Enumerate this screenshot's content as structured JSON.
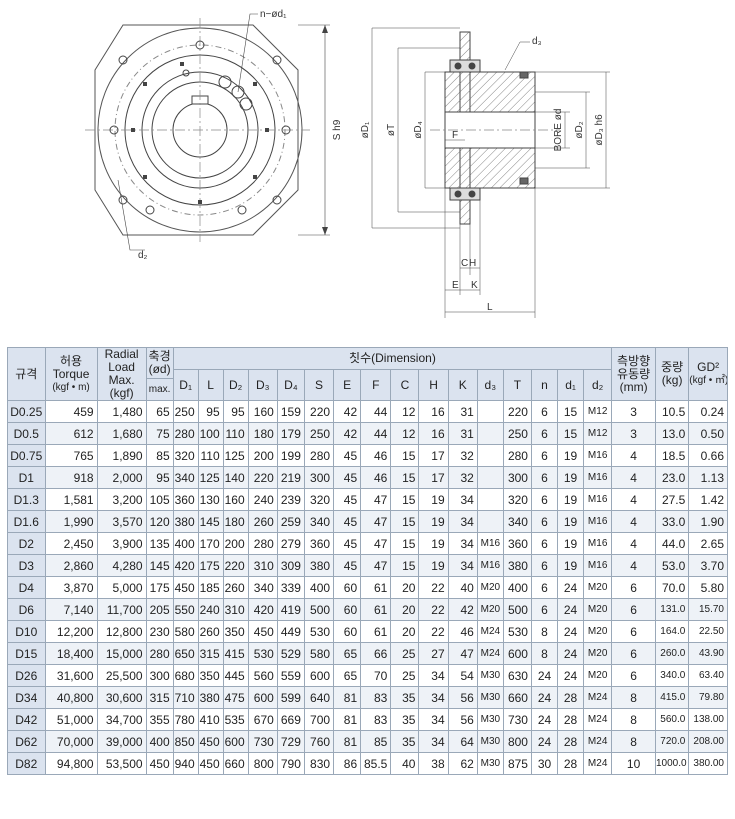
{
  "drawing": {
    "labels": {
      "holes": "n−ød₁",
      "tap": "d₂",
      "s": "S h9",
      "d1": "øD₁",
      "t": "øT",
      "d4": "øD₄",
      "f": "F",
      "bore": "BORE ød",
      "d2": "øD₂",
      "d3": "øD₃ h6",
      "d3small": "d₃",
      "c": "C",
      "h": "H",
      "e": "E",
      "k": "K",
      "l": "L"
    }
  },
  "table": {
    "headers": {
      "model": "규격",
      "torque_ko": "허용",
      "torque_en": "Torque",
      "torque_unit": "(kgf • m)",
      "radial1": "Radial",
      "radial2": "Load",
      "radial3": "Max.",
      "radial4": "(kgf)",
      "shaft1": "축경",
      "shaft2": "(ød)",
      "shaft_max": "max.",
      "dimension": "칫수(Dimension)",
      "cols": [
        "D₁",
        "L",
        "D₂",
        "D₃",
        "D₄",
        "S",
        "E",
        "F",
        "C",
        "H",
        "K",
        "d₃",
        "T",
        "n",
        "d₁",
        "d₂"
      ],
      "flow1": "측방향",
      "flow2": "유동량",
      "flow3": "(mm)",
      "weight1": "중량",
      "weight2": "(kg)",
      "gd1": "GD²",
      "gd2": "(kgf • ㎡)"
    },
    "rows": [
      [
        "D0.25",
        "459",
        "1,480",
        "65",
        "250",
        "95",
        "95",
        "160",
        "159",
        "220",
        "42",
        "44",
        "12",
        "16",
        "31",
        "",
        "220",
        "6",
        "15",
        "M12",
        "3",
        "10.5",
        "0.24"
      ],
      [
        "D0.5",
        "612",
        "1,680",
        "75",
        "280",
        "100",
        "110",
        "180",
        "179",
        "250",
        "42",
        "44",
        "12",
        "16",
        "31",
        "",
        "250",
        "6",
        "15",
        "M12",
        "3",
        "13.0",
        "0.50"
      ],
      [
        "D0.75",
        "765",
        "1,890",
        "85",
        "320",
        "110",
        "125",
        "200",
        "199",
        "280",
        "45",
        "46",
        "15",
        "17",
        "32",
        "",
        "280",
        "6",
        "19",
        "M16",
        "4",
        "18.5",
        "0.66"
      ],
      [
        "D1",
        "918",
        "2,000",
        "95",
        "340",
        "125",
        "140",
        "220",
        "219",
        "300",
        "45",
        "46",
        "15",
        "17",
        "32",
        "",
        "300",
        "6",
        "19",
        "M16",
        "4",
        "23.0",
        "1.13"
      ],
      [
        "D1.3",
        "1,581",
        "3,200",
        "105",
        "360",
        "130",
        "160",
        "240",
        "239",
        "320",
        "45",
        "47",
        "15",
        "19",
        "34",
        "",
        "320",
        "6",
        "19",
        "M16",
        "4",
        "27.5",
        "1.42"
      ],
      [
        "D1.6",
        "1,990",
        "3,570",
        "120",
        "380",
        "145",
        "180",
        "260",
        "259",
        "340",
        "45",
        "47",
        "15",
        "19",
        "34",
        "",
        "340",
        "6",
        "19",
        "M16",
        "4",
        "33.0",
        "1.90"
      ],
      [
        "D2",
        "2,450",
        "3,900",
        "135",
        "400",
        "170",
        "200",
        "280",
        "279",
        "360",
        "45",
        "47",
        "15",
        "19",
        "34",
        "M16",
        "360",
        "6",
        "19",
        "M16",
        "4",
        "44.0",
        "2.65"
      ],
      [
        "D3",
        "2,860",
        "4,280",
        "145",
        "420",
        "175",
        "220",
        "310",
        "309",
        "380",
        "45",
        "47",
        "15",
        "19",
        "34",
        "M16",
        "380",
        "6",
        "19",
        "M16",
        "4",
        "53.0",
        "3.70"
      ],
      [
        "D4",
        "3,870",
        "5,000",
        "175",
        "450",
        "185",
        "260",
        "340",
        "339",
        "400",
        "60",
        "61",
        "20",
        "22",
        "40",
        "M20",
        "400",
        "6",
        "24",
        "M20",
        "6",
        "70.0",
        "5.80"
      ],
      [
        "D6",
        "7,140",
        "11,700",
        "205",
        "550",
        "240",
        "310",
        "420",
        "419",
        "500",
        "60",
        "61",
        "20",
        "22",
        "42",
        "M20",
        "500",
        "6",
        "24",
        "M20",
        "6",
        "131.0",
        "15.70"
      ],
      [
        "D10",
        "12,200",
        "12,800",
        "230",
        "580",
        "260",
        "350",
        "450",
        "449",
        "530",
        "60",
        "61",
        "20",
        "22",
        "46",
        "M24",
        "530",
        "8",
        "24",
        "M20",
        "6",
        "164.0",
        "22.50"
      ],
      [
        "D15",
        "18,400",
        "15,000",
        "280",
        "650",
        "315",
        "415",
        "530",
        "529",
        "580",
        "65",
        "66",
        "25",
        "27",
        "47",
        "M24",
        "600",
        "8",
        "24",
        "M20",
        "6",
        "260.0",
        "43.90"
      ],
      [
        "D26",
        "31,600",
        "25,500",
        "300",
        "680",
        "350",
        "445",
        "560",
        "559",
        "600",
        "65",
        "70",
        "25",
        "34",
        "54",
        "M30",
        "630",
        "24",
        "24",
        "M20",
        "6",
        "340.0",
        "63.40"
      ],
      [
        "D34",
        "40,800",
        "30,600",
        "315",
        "710",
        "380",
        "475",
        "600",
        "599",
        "640",
        "81",
        "83",
        "35",
        "34",
        "56",
        "M30",
        "660",
        "24",
        "28",
        "M24",
        "8",
        "415.0",
        "79.80"
      ],
      [
        "D42",
        "51,000",
        "34,700",
        "355",
        "780",
        "410",
        "535",
        "670",
        "669",
        "700",
        "81",
        "83",
        "35",
        "34",
        "56",
        "M30",
        "730",
        "24",
        "28",
        "M24",
        "8",
        "560.0",
        "138.00"
      ],
      [
        "D62",
        "70,000",
        "39,000",
        "400",
        "850",
        "450",
        "600",
        "730",
        "729",
        "760",
        "81",
        "85",
        "35",
        "34",
        "64",
        "M30",
        "800",
        "24",
        "28",
        "M24",
        "8",
        "720.0",
        "208.00"
      ],
      [
        "D82",
        "94,800",
        "53,500",
        "450",
        "940",
        "450",
        "660",
        "800",
        "790",
        "830",
        "86",
        "85.5",
        "40",
        "38",
        "62",
        "M30",
        "875",
        "30",
        "28",
        "M24",
        "10",
        "1000.0",
        "380.00"
      ]
    ]
  }
}
